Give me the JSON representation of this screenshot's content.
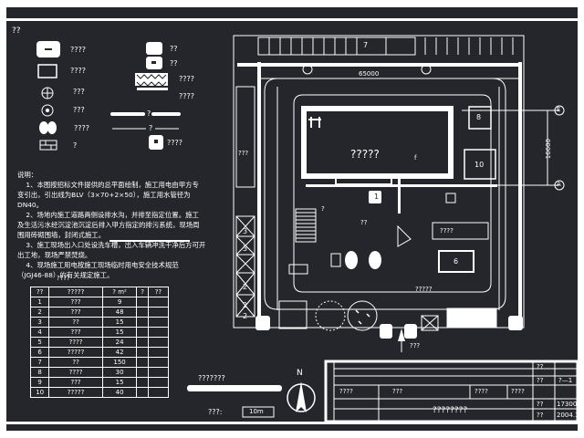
{
  "title": "??",
  "legend": [
    {
      "icon": "field-office-icon",
      "label": "????"
    },
    {
      "icon": "storage-box-icon",
      "label": "????"
    },
    {
      "icon": "hydrant-icon",
      "label": "???"
    },
    {
      "icon": "fire-extinguisher-icon",
      "label": "???"
    },
    {
      "icon": "cylinder-pair-icon",
      "label": "????"
    },
    {
      "icon": "brick-stack-icon",
      "label": "?"
    },
    {
      "icon": "gate-icon",
      "label": "??"
    },
    {
      "icon": "post-icon",
      "label": "??"
    },
    {
      "icon": "rebar-yard-icon",
      "label": "????"
    },
    {
      "icon": "fence-line-icon",
      "label": "????"
    },
    {
      "icon": "pipe-line-icon",
      "label": "?"
    },
    {
      "icon": "dash-line-icon",
      "label": "?"
    },
    {
      "icon": "toilet-icon",
      "label": "????"
    }
  ],
  "notes": {
    "heading": "说明：",
    "lines": [
      "    1、本图按招标文件提供的总平面绘制，施工用电由甲方专",
      "变引出，引出线为BLV（3×70+2×50），施工用水管径为",
      "DN40。",
      "    2、场地内施工道路两侧设排水沟，并排至指定位置。施工",
      "及生活污水经沉淀池沉淀后排入甲方指定的排污系统，现场周",
      "围用砖砌围墙，封闭式施工。",
      "    3、施工现场出入口处设洗车槽，出入车辆冲洗干净后方可开",
      "出工地，现场严禁焚烧。",
      "    4、现场施工用电按施工现场临时用电安全技术规范",
      "（JGJ46-88）的有关规定施工。"
    ]
  },
  "schedule": {
    "caption": "????",
    "headers": [
      "??",
      "?????",
      "?",
      "?",
      "??"
    ],
    "header_mid": "? m²",
    "rows": [
      {
        "no": "1",
        "name": "???",
        "area": "9"
      },
      {
        "no": "2",
        "name": "???",
        "area": "48"
      },
      {
        "no": "3",
        "name": "??",
        "area": "15"
      },
      {
        "no": "4",
        "name": "???",
        "area": "15"
      },
      {
        "no": "5",
        "name": "????",
        "area": "24"
      },
      {
        "no": "6",
        "name": "?????",
        "area": "42"
      },
      {
        "no": "7",
        "name": "??",
        "area": "150"
      },
      {
        "no": "8",
        "name": "????",
        "area": "30"
      },
      {
        "no": "9",
        "name": "???",
        "area": "15"
      },
      {
        "no": "10",
        "name": "?????",
        "area": "40"
      }
    ]
  },
  "site": {
    "top_building_no": "7",
    "building_label": "?????",
    "building_mark": "f",
    "dim_horizontal": "65000",
    "dim_vertical": "16600",
    "axis_labels": [
      "E",
      "A"
    ],
    "left_labels": [
      "???",
      "3",
      "3",
      "2",
      "2",
      "2"
    ],
    "right_labels": [
      "8",
      "10",
      "6",
      "1"
    ],
    "misc_labels": [
      "????",
      "?????",
      "???",
      "?????",
      "??",
      "?"
    ]
  },
  "scale_bar": {
    "label_left": "???:",
    "label_right": "10m",
    "title": "???????"
  },
  "north": "N",
  "title_block": {
    "project": "????????",
    "cells": [
      "??",
      "??",
      "?—1",
      "????",
      "???",
      "????",
      "????",
      "??",
      "17300",
      "??",
      "2004.1"
    ]
  }
}
